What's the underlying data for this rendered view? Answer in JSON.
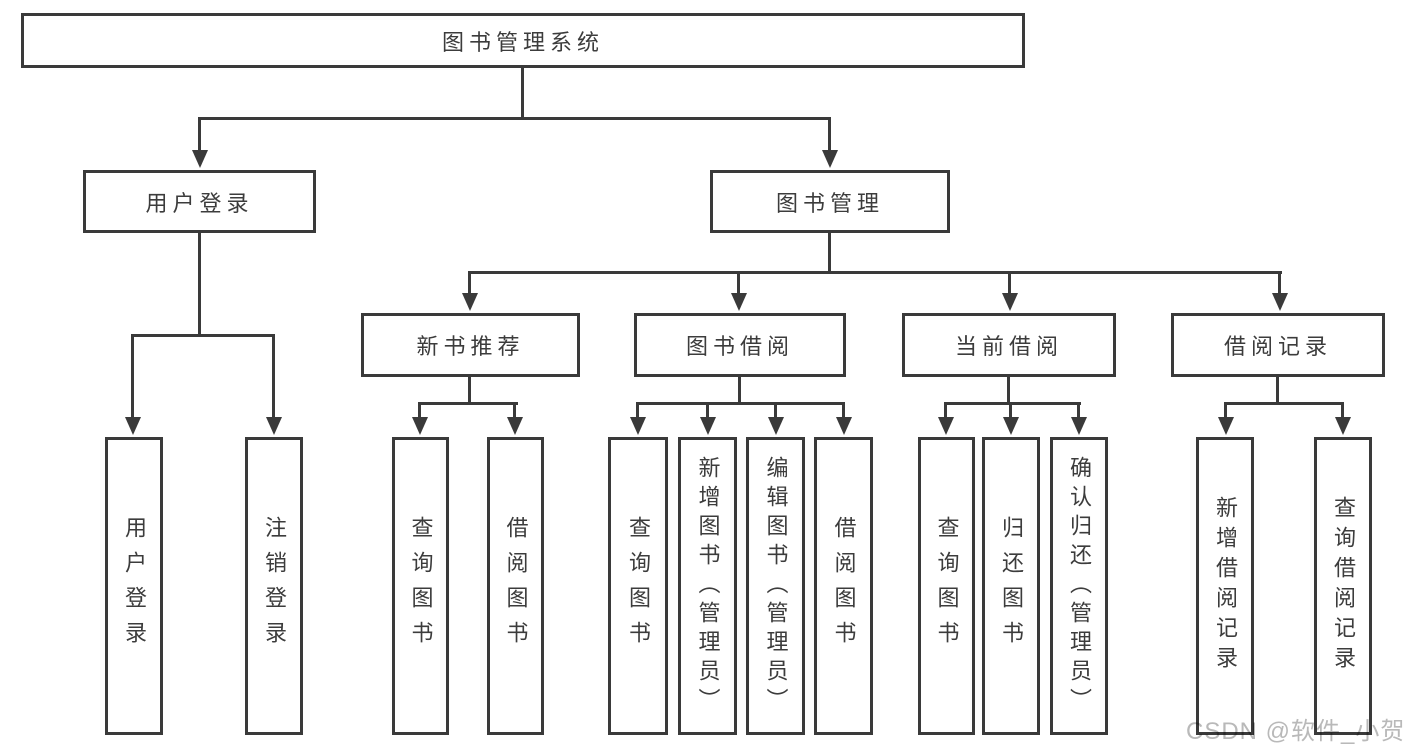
{
  "diagram": {
    "title": "图书管理系统",
    "colors": {
      "line": "#3a3a3a",
      "text": "#3c3c3c",
      "watermark": "#b9b9b9",
      "background": "#ffffff"
    },
    "nodes": {
      "root": {
        "label": "图书管理系统"
      },
      "level2": [
        {
          "id": "user-login",
          "label": "用户登录"
        },
        {
          "id": "book-management",
          "label": "图书管理"
        }
      ],
      "level3": [
        {
          "id": "new-book-recommend",
          "label": "新书推荐",
          "parent": "图书管理"
        },
        {
          "id": "book-borrowing",
          "label": "图书借阅",
          "parent": "图书管理"
        },
        {
          "id": "current-borrowing",
          "label": "当前借阅",
          "parent": "图书管理"
        },
        {
          "id": "borrowing-records",
          "label": "借阅记录",
          "parent": "图书管理"
        }
      ],
      "leaves": [
        {
          "id": "user-login",
          "label": "用户登录",
          "parent": "用户登录"
        },
        {
          "id": "logout",
          "label": "注销登录",
          "parent": "用户登录"
        },
        {
          "id": "query-books",
          "label": "查询图书",
          "parent": "新书推荐"
        },
        {
          "id": "borrow-books",
          "label": "借阅图书",
          "parent": "新书推荐"
        },
        {
          "id": "query-books",
          "label": "查询图书",
          "parent": "图书借阅"
        },
        {
          "id": "add-books-admin",
          "label": "新增图书（管理员）",
          "parent": "图书借阅"
        },
        {
          "id": "edit-books-admin",
          "label": "编辑图书（管理员）",
          "parent": "图书借阅"
        },
        {
          "id": "borrow-books",
          "label": "借阅图书",
          "parent": "图书借阅"
        },
        {
          "id": "query-books",
          "label": "查询图书",
          "parent": "当前借阅"
        },
        {
          "id": "return-books",
          "label": "归还图书",
          "parent": "当前借阅"
        },
        {
          "id": "confirm-return-admin",
          "label": "确认归还（管理员）",
          "parent": "当前借阅"
        },
        {
          "id": "add-borrow-record",
          "label": "新增借阅记录",
          "parent": "借阅记录"
        },
        {
          "id": "query-borrow-record",
          "label": "查询借阅记录",
          "parent": "借阅记录"
        }
      ]
    },
    "watermark": "CSDN @软件_小贺同学"
  }
}
